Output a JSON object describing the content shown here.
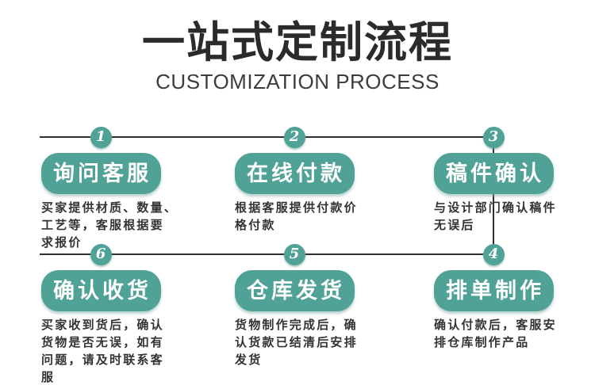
{
  "header": {
    "title": "一站式定制流程",
    "subtitle": "CUSTOMIZATION PROCESS"
  },
  "theme": {
    "accent_teal": "#4fa295",
    "line_color": "#2e2e2e",
    "title_color": "#2b2b2b",
    "desc_color": "#333333"
  },
  "steps": [
    {
      "number": "1",
      "title": "询问客服",
      "desc": "买家提供材质、数量、\n工艺等，客服根据要\n求报价"
    },
    {
      "number": "2",
      "title": "在线付款",
      "desc": "根据客服提供付款价\n格付款"
    },
    {
      "number": "3",
      "title": "稿件确认",
      "desc": "与设计部门确认稿件\n无误后"
    },
    {
      "number": "4",
      "title": "排单制作",
      "desc": "确认付款后，客服安\n排仓库制作产品"
    },
    {
      "number": "5",
      "title": "仓库发货",
      "desc": "货物制作完成后，确\n认货款已结清后安排\n发货"
    },
    {
      "number": "6",
      "title": "确认收货",
      "desc": "买家收到货后，确认\n货物是否无误，如有\n问题，请及时联系客\n服"
    }
  ]
}
